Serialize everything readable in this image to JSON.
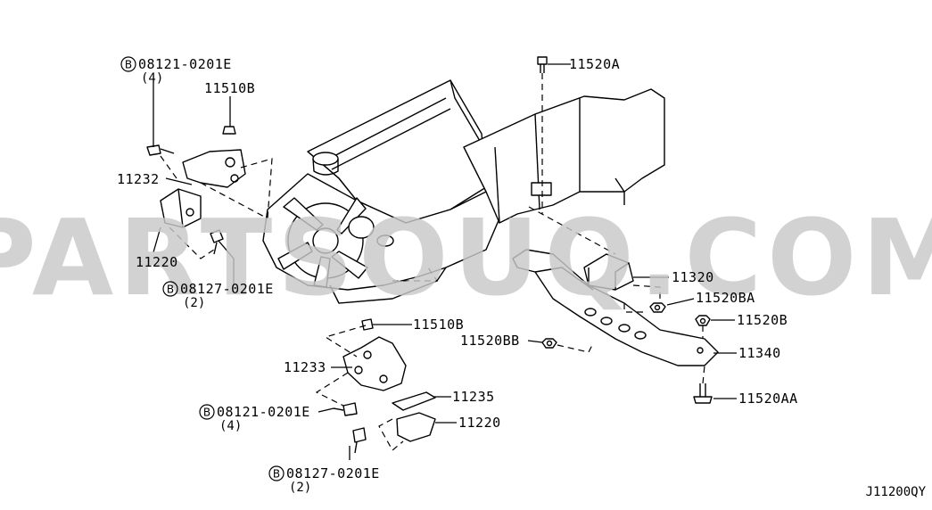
{
  "diagram_id": "J11200QY",
  "watermark": "PARTSOUQ.COM",
  "bolt_marker": "B",
  "callouts": {
    "b_08121_top": {
      "code": "08121-0201E",
      "qty": "(4)"
    },
    "p_11510B_top": "11510B",
    "p_11232": "11232",
    "p_11220_top": "11220",
    "b_08127_top": {
      "code": "08127-0201E",
      "qty": "(2)"
    },
    "p_11520A": "11520A",
    "p_11320": "11320",
    "p_11520BA": "11520BA",
    "p_11520B": "11520B",
    "p_11510B_bottom": "11510B",
    "p_11520BB": "11520BB",
    "p_11340": "11340",
    "p_11233": "11233",
    "p_11235": "11235",
    "b_08121_bottom": {
      "code": "08121-0201E",
      "qty": "(4)"
    },
    "p_11220_bottom": "11220",
    "p_11520AA": "11520AA",
    "b_08127_bottom": {
      "code": "08127-0201E",
      "qty": "(2)"
    }
  }
}
